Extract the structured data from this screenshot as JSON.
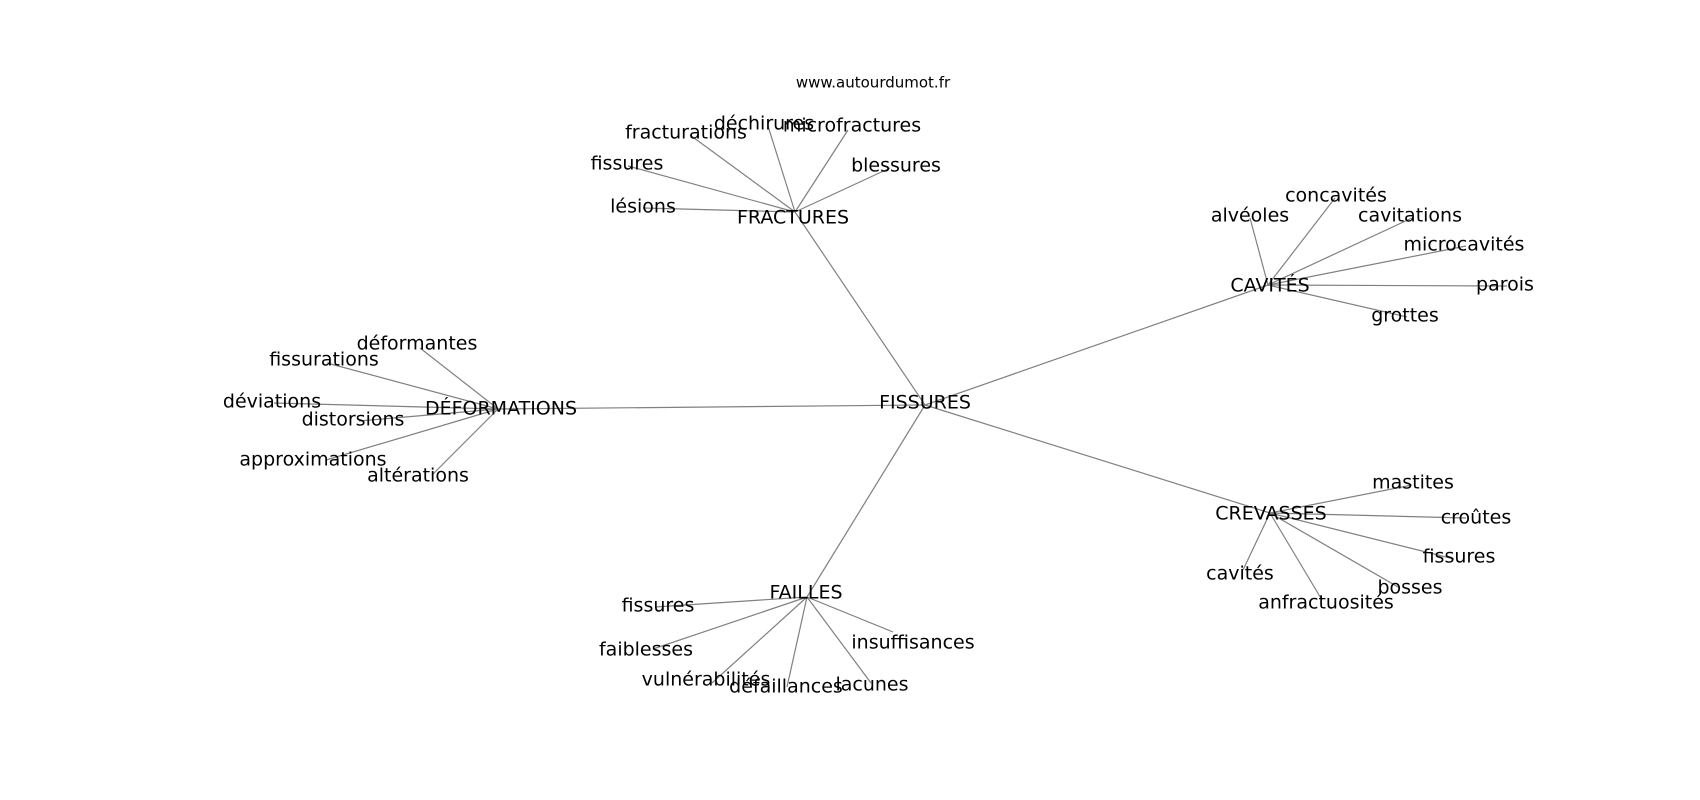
{
  "watermark": "www.autourdumot.fr",
  "graph": {
    "center": "FISSURES",
    "branches": [
      {
        "label": "FRACTURES",
        "leaves": [
          "fracturations",
          "déchirures",
          "microfractures",
          "fissures",
          "blessures",
          "lésions"
        ]
      },
      {
        "label": "CAVITÉS",
        "leaves": [
          "alvéoles",
          "concavités",
          "cavitations",
          "microcavités",
          "parois",
          "grottes"
        ]
      },
      {
        "label": "DÉFORMATIONS",
        "leaves": [
          "déformantes",
          "fissurations",
          "déviations",
          "distorsions",
          "approximations",
          "altérations"
        ]
      },
      {
        "label": "CREVASSES",
        "leaves": [
          "mastites",
          "croûtes",
          "fissures",
          "bosses",
          "anfractuosités",
          "cavités"
        ]
      },
      {
        "label": "FAILLES",
        "leaves": [
          "fissures",
          "faiblesses",
          "insuffisances",
          "vulnérabilités",
          "défaillances",
          "lacunes"
        ]
      }
    ]
  }
}
